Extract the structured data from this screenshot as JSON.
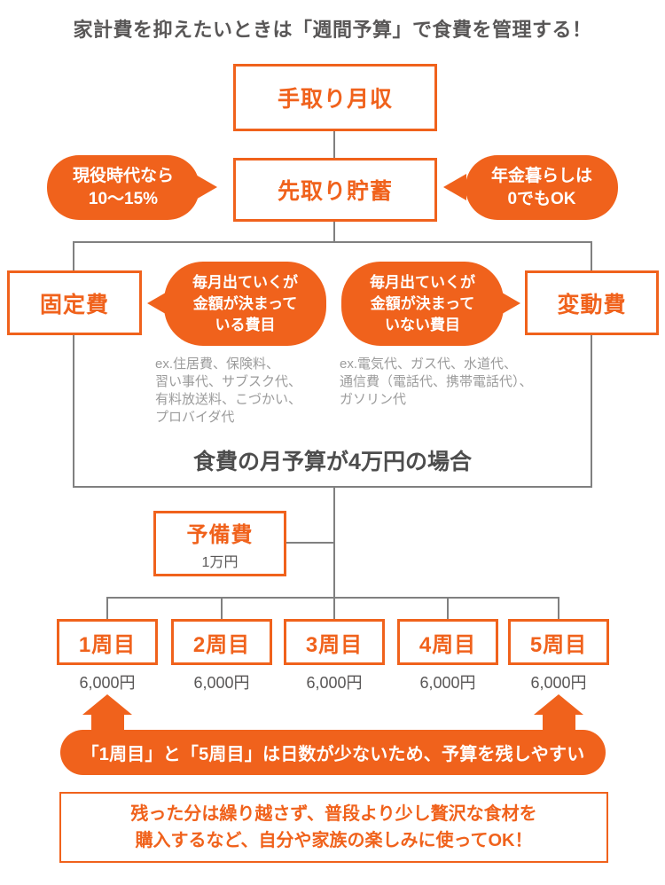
{
  "colors": {
    "accent_orange": "#f0621c",
    "heading_gray": "#595757",
    "line_gray": "#808080",
    "example_gray": "#9b9b9b"
  },
  "title": "家計費を抑えたいときは「週間予算」で食費を管理する！",
  "flow": {
    "income_box": "手取り月収",
    "savings_box": "先取り貯蓄",
    "left_bubble": {
      "line1": "現役時代なら",
      "line2": "10〜15%"
    },
    "right_bubble": {
      "line1": "年金暮らしは",
      "line2": "0でもOK"
    },
    "fixed_box": "固定費",
    "variable_box": "変動費",
    "fixed_bubble": {
      "line1": "毎月出ていくが",
      "line2": "金額が決まって",
      "line3": "いる費目"
    },
    "variable_bubble": {
      "line1": "毎月出ていくが",
      "line2": "金額が決まって",
      "line3": "いない費目"
    },
    "fixed_examples": {
      "line1": "ex.住居費、保険料、",
      "line2": "習い事代、サブスク代、",
      "line3": "有料放送料、こづかい、",
      "line4": "プロバイダ代"
    },
    "variable_examples": {
      "line1": "ex.電気代、ガス代、水道代、",
      "line2": "通信費（電話代、携帯電話代）、",
      "line3": "ガソリン代"
    },
    "budget_case": "食費の月予算が4万円の場合",
    "reserve_box": {
      "label": "予備費",
      "amount": "1万円"
    },
    "weeks": [
      {
        "label": "1周目",
        "amount": "6,000円"
      },
      {
        "label": "2周目",
        "amount": "6,000円"
      },
      {
        "label": "3周目",
        "amount": "6,000円"
      },
      {
        "label": "4周目",
        "amount": "6,000円"
      },
      {
        "label": "5周目",
        "amount": "6,000円"
      }
    ],
    "banner": "「1周目」と「5周目」は日数が少ないため、予算を残しやすい",
    "note": {
      "line1": "残った分は繰り越さず、普段より少し贅沢な食材を",
      "line2": "購入するなど、自分や家族の楽しみに使ってOK！"
    }
  }
}
